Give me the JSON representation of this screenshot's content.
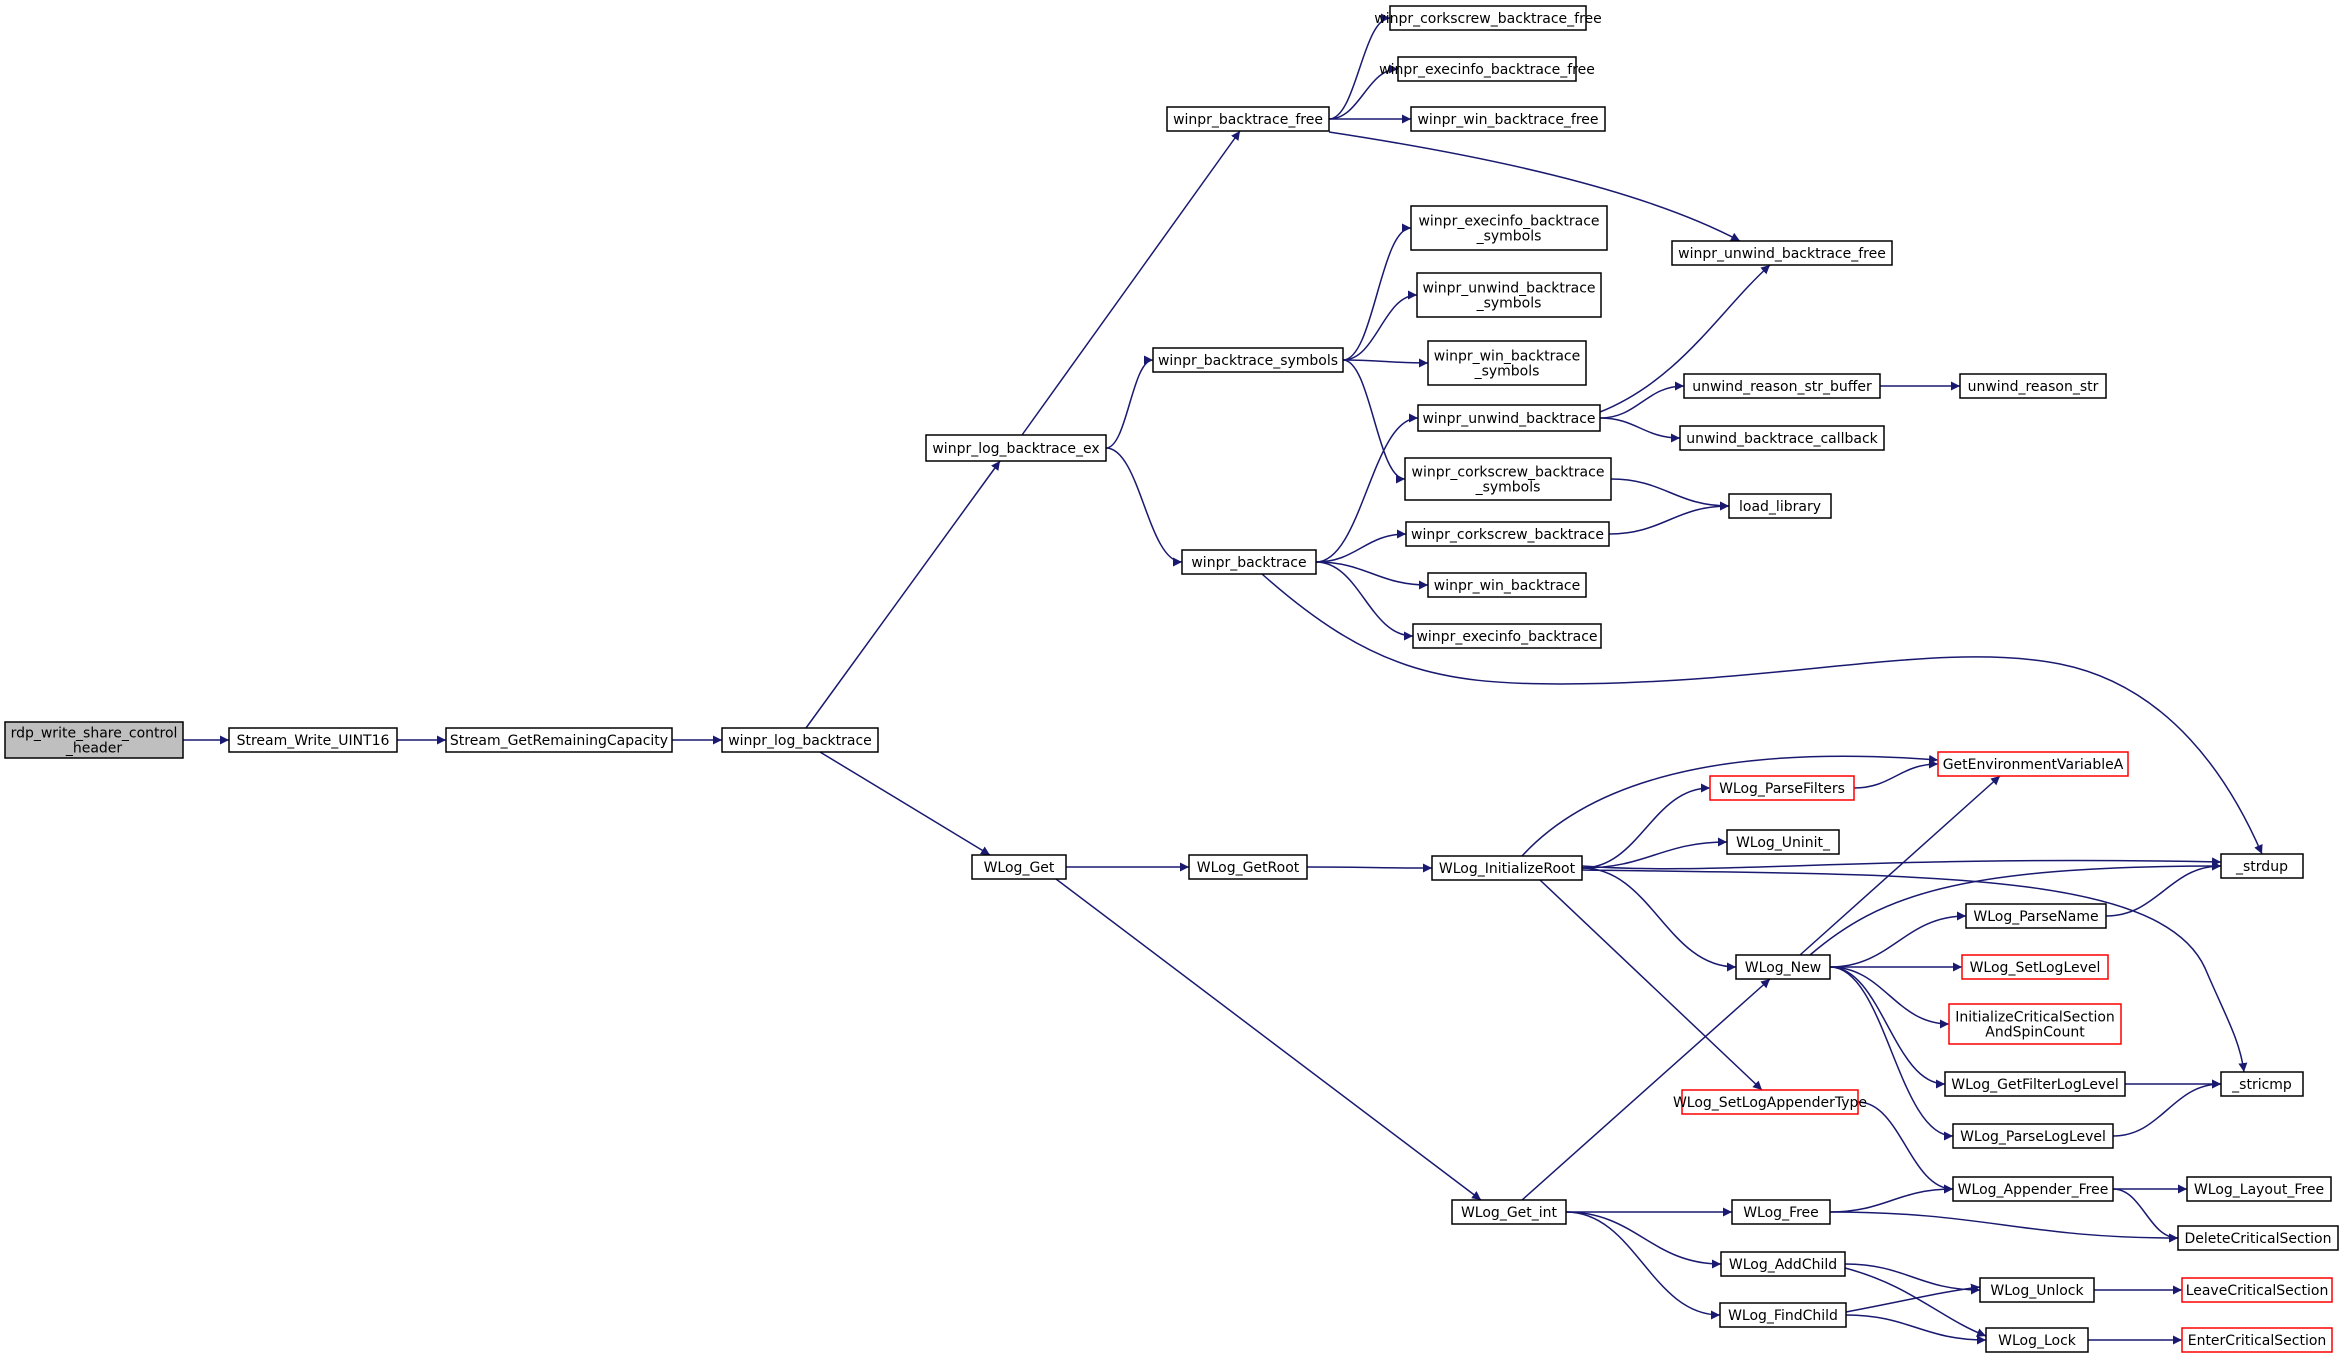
{
  "diagram": {
    "type": "call-graph",
    "colors": {
      "edge": "#191970",
      "node_border": "#000000",
      "truncated_border": "#ff0000",
      "root_fill": "#bfbfbf"
    },
    "nodes": [
      {
        "id": "root",
        "label": "rdp_write_share_control\n_header",
        "root": true
      },
      {
        "id": "swu16",
        "label": "Stream_Write_UINT16"
      },
      {
        "id": "sgrc",
        "label": "Stream_GetRemainingCapacity"
      },
      {
        "id": "wlb",
        "label": "winpr_log_backtrace"
      },
      {
        "id": "wlbex",
        "label": "winpr_log_backtrace_ex"
      },
      {
        "id": "wbfree",
        "label": "winpr_backtrace_free"
      },
      {
        "id": "wcbf",
        "label": "winpr_corkscrew_backtrace_free"
      },
      {
        "id": "webf",
        "label": "winpr_execinfo_backtrace_free"
      },
      {
        "id": "wwbf",
        "label": "winpr_win_backtrace_free"
      },
      {
        "id": "wubf",
        "label": "winpr_unwind_backtrace_free"
      },
      {
        "id": "webs",
        "label": "winpr_execinfo_backtrace\n_symbols"
      },
      {
        "id": "wubs",
        "label": "winpr_unwind_backtrace\n_symbols"
      },
      {
        "id": "wbs",
        "label": "winpr_backtrace_symbols"
      },
      {
        "id": "wwbs",
        "label": "winpr_win_backtrace\n_symbols"
      },
      {
        "id": "wub",
        "label": "winpr_unwind_backtrace"
      },
      {
        "id": "ursb",
        "label": "unwind_reason_str_buffer"
      },
      {
        "id": "urs",
        "label": "unwind_reason_str"
      },
      {
        "id": "ubc",
        "label": "unwind_backtrace_callback"
      },
      {
        "id": "wcbs",
        "label": "winpr_corkscrew_backtrace\n_symbols"
      },
      {
        "id": "ll",
        "label": "load_library"
      },
      {
        "id": "wcb",
        "label": "winpr_corkscrew_backtrace"
      },
      {
        "id": "wb",
        "label": "winpr_backtrace"
      },
      {
        "id": "wwb",
        "label": "winpr_win_backtrace"
      },
      {
        "id": "web",
        "label": "winpr_execinfo_backtrace"
      },
      {
        "id": "gev",
        "label": "GetEnvironmentVariableA",
        "truncated": true
      },
      {
        "id": "wpf",
        "label": "WLog_ParseFilters",
        "truncated": true
      },
      {
        "id": "wg",
        "label": "WLog_Get"
      },
      {
        "id": "wgr",
        "label": "WLog_GetRoot"
      },
      {
        "id": "wir",
        "label": "WLog_InitializeRoot"
      },
      {
        "id": "wu",
        "label": "WLog_Uninit_"
      },
      {
        "id": "sd",
        "label": "_strdup"
      },
      {
        "id": "wpn",
        "label": "WLog_ParseName"
      },
      {
        "id": "wn",
        "label": "WLog_New"
      },
      {
        "id": "wsll",
        "label": "WLog_SetLogLevel",
        "truncated": true
      },
      {
        "id": "ics",
        "label": "InitializeCriticalSection\nAndSpinCount",
        "truncated": true
      },
      {
        "id": "wgfl",
        "label": "WLog_GetFilterLogLevel"
      },
      {
        "id": "sc",
        "label": "_stricmp"
      },
      {
        "id": "wslat",
        "label": "WLog_SetLogAppenderType",
        "truncated": true
      },
      {
        "id": "wpll",
        "label": "WLog_ParseLogLevel"
      },
      {
        "id": "waf",
        "label": "WLog_Appender_Free"
      },
      {
        "id": "wlf",
        "label": "WLog_Layout_Free"
      },
      {
        "id": "wgi",
        "label": "WLog_Get_int"
      },
      {
        "id": "wf",
        "label": "WLog_Free"
      },
      {
        "id": "dcs",
        "label": "DeleteCriticalSection"
      },
      {
        "id": "wac",
        "label": "WLog_AddChild"
      },
      {
        "id": "wul",
        "label": "WLog_Unlock"
      },
      {
        "id": "lcs",
        "label": "LeaveCriticalSection",
        "truncated": true
      },
      {
        "id": "wfc",
        "label": "WLog_FindChild"
      },
      {
        "id": "wl",
        "label": "WLog_Lock"
      },
      {
        "id": "ecs",
        "label": "EnterCriticalSection",
        "truncated": true
      }
    ],
    "edges": [
      [
        "root",
        "swu16"
      ],
      [
        "swu16",
        "sgrc"
      ],
      [
        "sgrc",
        "wlb"
      ],
      [
        "wlb",
        "wlbex"
      ],
      [
        "wlb",
        "wg"
      ],
      [
        "wlbex",
        "wbfree"
      ],
      [
        "wlbex",
        "wbs"
      ],
      [
        "wlbex",
        "wb"
      ],
      [
        "wbfree",
        "wcbf"
      ],
      [
        "wbfree",
        "webf"
      ],
      [
        "wbfree",
        "wwbf"
      ],
      [
        "wbfree",
        "wubf"
      ],
      [
        "wbs",
        "webs"
      ],
      [
        "wbs",
        "wubs"
      ],
      [
        "wbs",
        "wwbs"
      ],
      [
        "wbs",
        "wcbs"
      ],
      [
        "wb",
        "wub"
      ],
      [
        "wb",
        "wcb"
      ],
      [
        "wb",
        "wwb"
      ],
      [
        "wb",
        "web"
      ],
      [
        "wb",
        "sd"
      ],
      [
        "wub",
        "wubf"
      ],
      [
        "wub",
        "ursb"
      ],
      [
        "wub",
        "ubc"
      ],
      [
        "ursb",
        "urs"
      ],
      [
        "wcbs",
        "ll"
      ],
      [
        "wcb",
        "ll"
      ],
      [
        "wg",
        "wgr"
      ],
      [
        "wg",
        "wgi"
      ],
      [
        "wgr",
        "wir"
      ],
      [
        "wir",
        "gev"
      ],
      [
        "wir",
        "wpf"
      ],
      [
        "wir",
        "wu"
      ],
      [
        "wir",
        "sd"
      ],
      [
        "wir",
        "wn"
      ],
      [
        "wir",
        "sc"
      ],
      [
        "wir",
        "wslat"
      ],
      [
        "wpf",
        "gev"
      ],
      [
        "wn",
        "gev"
      ],
      [
        "wn",
        "sd"
      ],
      [
        "wn",
        "wpn"
      ],
      [
        "wn",
        "wsll"
      ],
      [
        "wn",
        "ics"
      ],
      [
        "wn",
        "wgfl"
      ],
      [
        "wn",
        "wpll"
      ],
      [
        "wpn",
        "sd"
      ],
      [
        "wgfl",
        "sc"
      ],
      [
        "wpll",
        "sc"
      ],
      [
        "wslat",
        "waf"
      ],
      [
        "waf",
        "wlf"
      ],
      [
        "waf",
        "dcs"
      ],
      [
        "wgi",
        "wn"
      ],
      [
        "wgi",
        "wf"
      ],
      [
        "wgi",
        "wac"
      ],
      [
        "wgi",
        "wfc"
      ],
      [
        "wf",
        "waf"
      ],
      [
        "wf",
        "dcs"
      ],
      [
        "wac",
        "wul"
      ],
      [
        "wac",
        "wl"
      ],
      [
        "wfc",
        "wul"
      ],
      [
        "wfc",
        "wl"
      ],
      [
        "wul",
        "lcs"
      ],
      [
        "wl",
        "ecs"
      ]
    ]
  }
}
